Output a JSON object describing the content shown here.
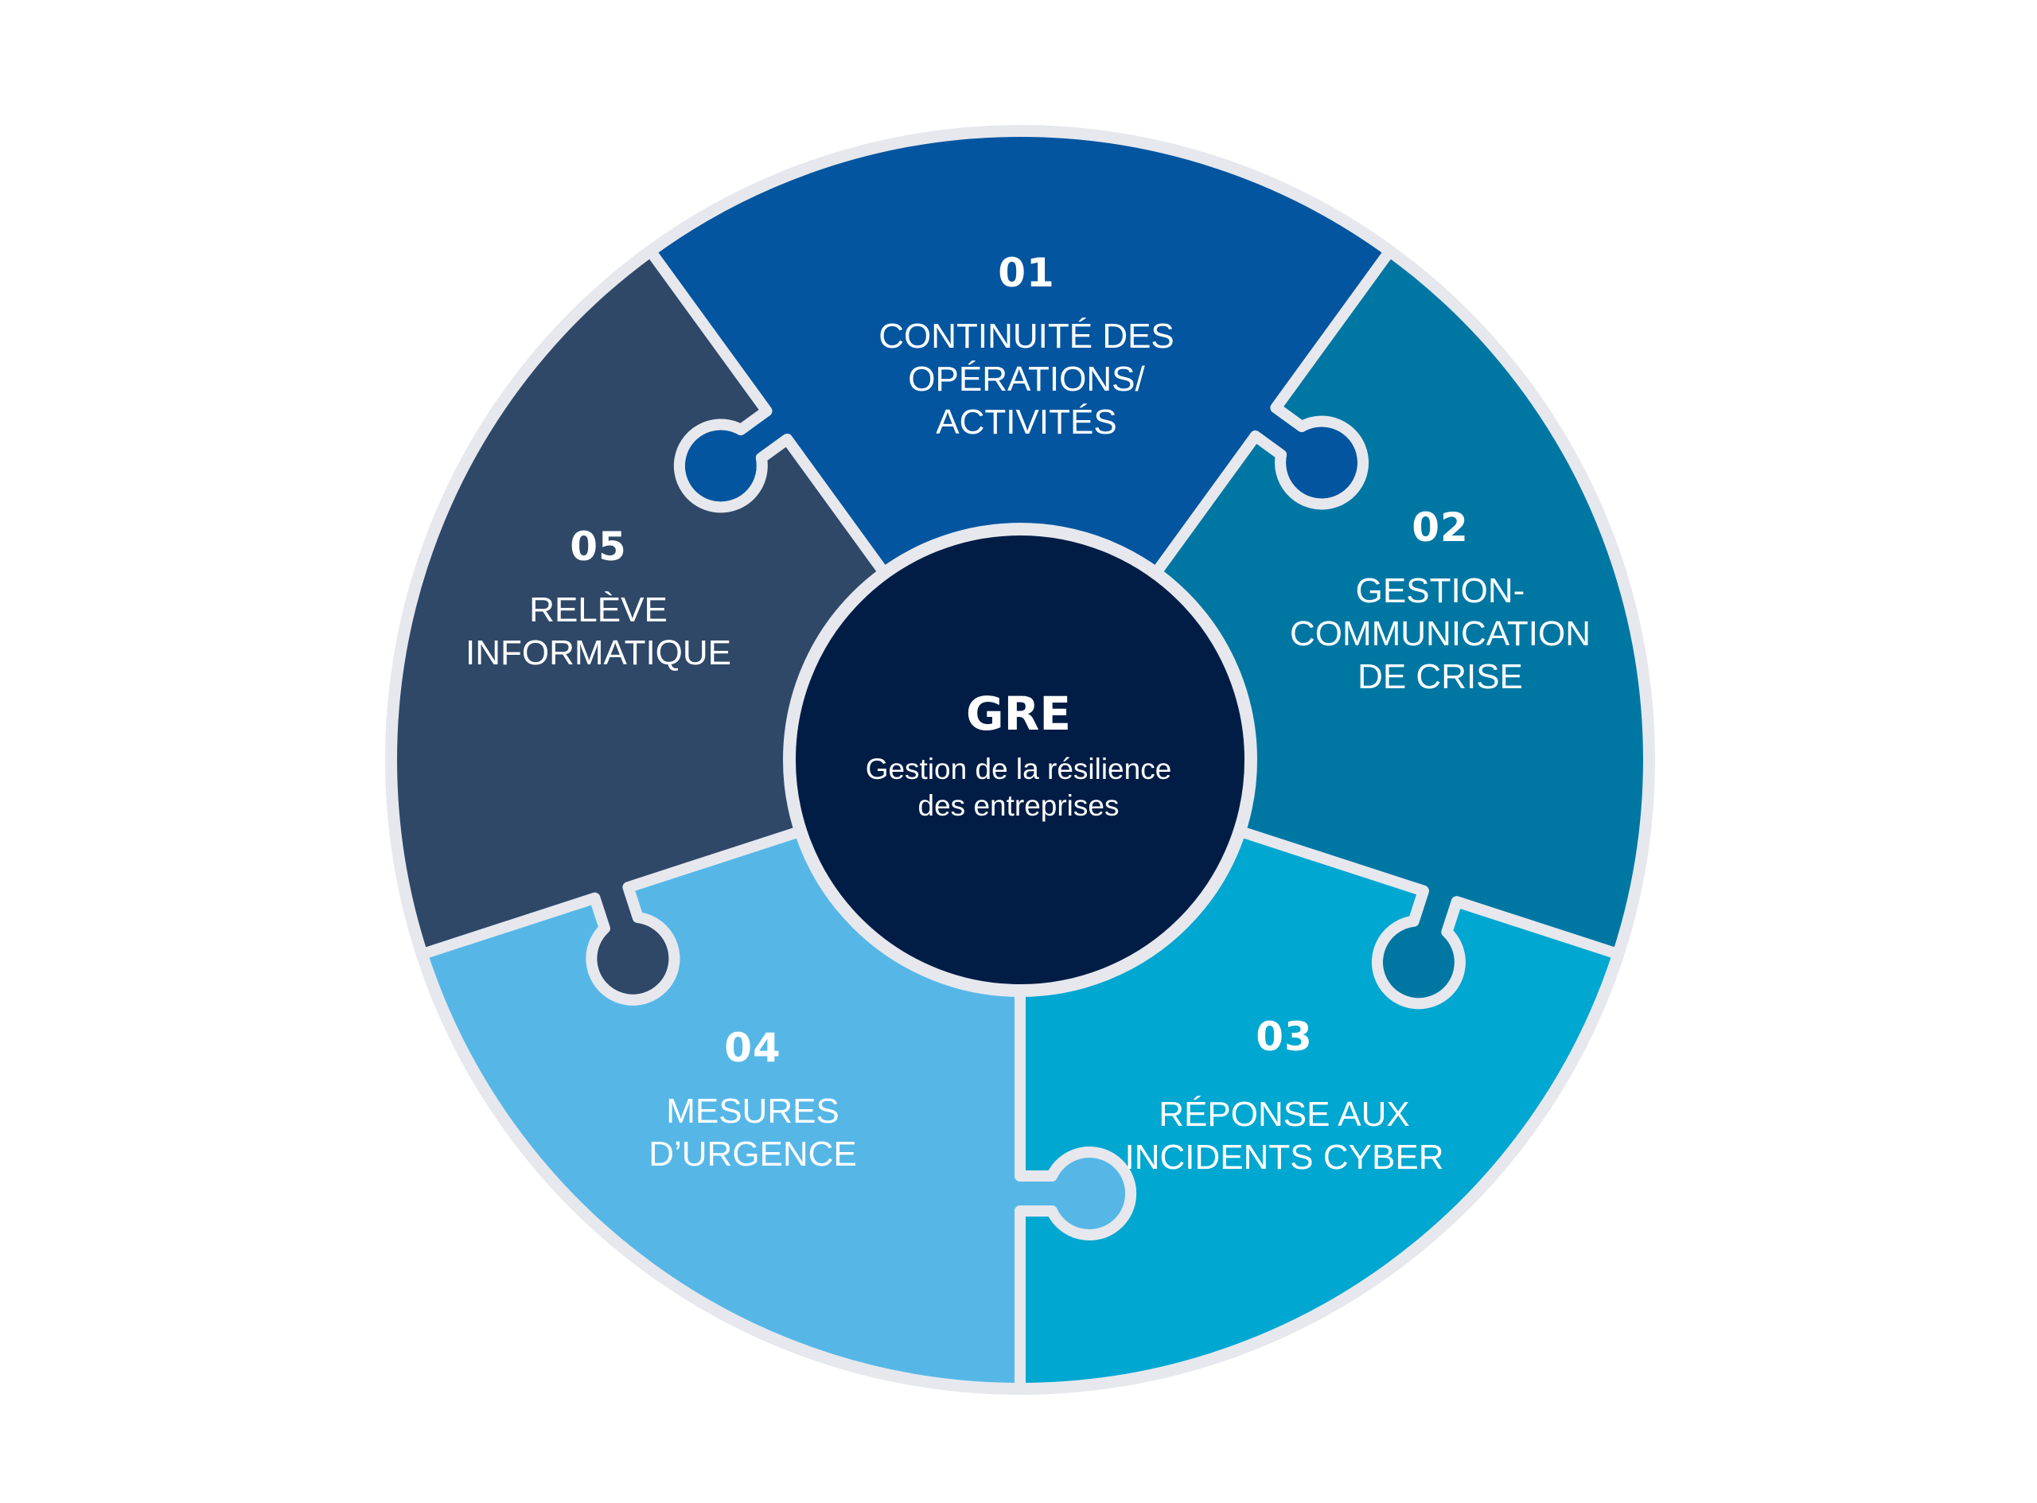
{
  "center": {
    "acronym": "GRE",
    "description": [
      "Gestion de la résilience",
      "des entreprises"
    ],
    "color": "#021d45"
  },
  "segments": [
    {
      "number": "01",
      "lines": [
        "CONTINUITÉ DES",
        "OPÉRATIONS/",
        "ACTIVITÉS"
      ],
      "color": "#03559f"
    },
    {
      "number": "02",
      "lines": [
        "GESTION-",
        "COMMUNICATION",
        "DE CRISE"
      ],
      "color": "#0077a3"
    },
    {
      "number": "03",
      "lines": [
        "RÉPONSE AUX",
        "INCIDENTS CYBER"
      ],
      "color": "#00a7d0"
    },
    {
      "number": "04",
      "lines": [
        "MESURES",
        "D’URGENCE"
      ],
      "color": "#56b7e7"
    },
    {
      "number": "05",
      "lines": [
        "RELÈVE",
        "INFORMATIQUE"
      ],
      "color": "#2f4868"
    }
  ],
  "outline_color": "#e6e8ee"
}
